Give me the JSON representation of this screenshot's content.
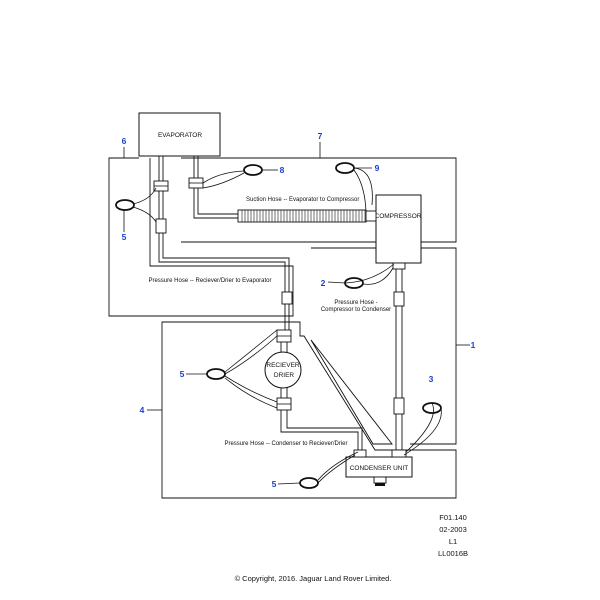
{
  "components": {
    "evaporator": "EVAPORATOR",
    "compressor": "COMPRESSOR",
    "receiver_drier_line1": "RECIEVER",
    "receiver_drier_line2": "DRIER",
    "condenser": "CONDENSER UNIT"
  },
  "hoses": {
    "suction": "Suction Hose -- Evaporator to Compressor",
    "pressure_receiver_evaporator": "Pressure Hose -- Reciever/Drier to Evaporator",
    "pressure_compressor_condenser_line1": "Pressure Hose -",
    "pressure_compressor_condenser_line2": "Compressor to Condenser",
    "pressure_condenser_receiver": "Pressure Hose -- Condenser to Reciever/Drier"
  },
  "callouts": {
    "c1": "1",
    "c2": "2",
    "c3": "3",
    "c4": "4",
    "c5a": "5",
    "c5b": "5",
    "c5c": "5",
    "c6": "6",
    "c7": "7",
    "c8": "8",
    "c9": "9"
  },
  "reference": {
    "line1": "F01.140",
    "line2": "02-2003",
    "line3": "L1",
    "line4": "LL0016B"
  },
  "copyright": "© Copyright, 2016. Jaguar Land Rover Limited.",
  "colors": {
    "line": "#111111",
    "callout": "#1a3fd0"
  }
}
